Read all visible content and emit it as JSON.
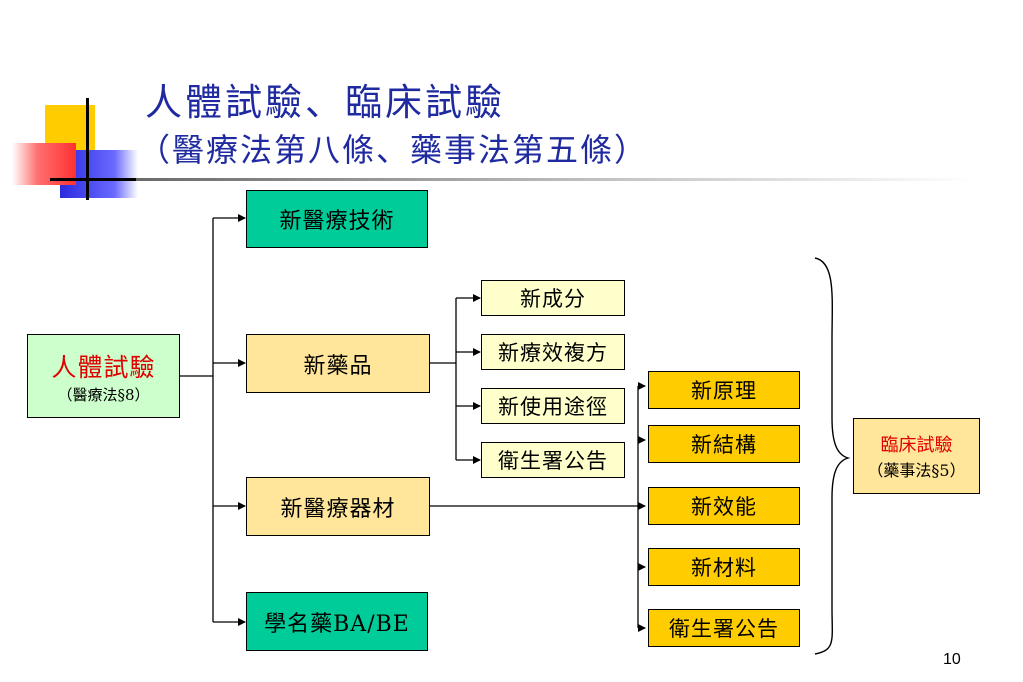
{
  "title": {
    "line1": "人體試驗、臨床試驗",
    "line2": "（醫療法第八條、藥事法第五條）"
  },
  "root": {
    "label": "人體試驗",
    "sub": "（醫療法§8）"
  },
  "level1": {
    "new_tech": "新醫療技術",
    "new_drug": "新藥品",
    "new_device": "新醫療器材",
    "generic": "學名藥BA/BE"
  },
  "drug_children": {
    "ingredient": "新成分",
    "efficacy": "新療效複方",
    "usage": "新使用途徑",
    "announce": "衛生署公告"
  },
  "device_children": {
    "principle": "新原理",
    "structure": "新結構",
    "performance": "新效能",
    "material": "新材料",
    "announce": "衛生署公告"
  },
  "clinical": {
    "label": "臨床試驗",
    "sub": "（藥事法§5）"
  },
  "page_number": "10",
  "colors": {
    "title": "#1f2aa0",
    "teal": "#00cc99",
    "cream": "#ffe69a",
    "light_yellow": "#ffffcc",
    "orange": "#ffcc00",
    "light_green": "#ccffcc",
    "red": "#e00000"
  }
}
